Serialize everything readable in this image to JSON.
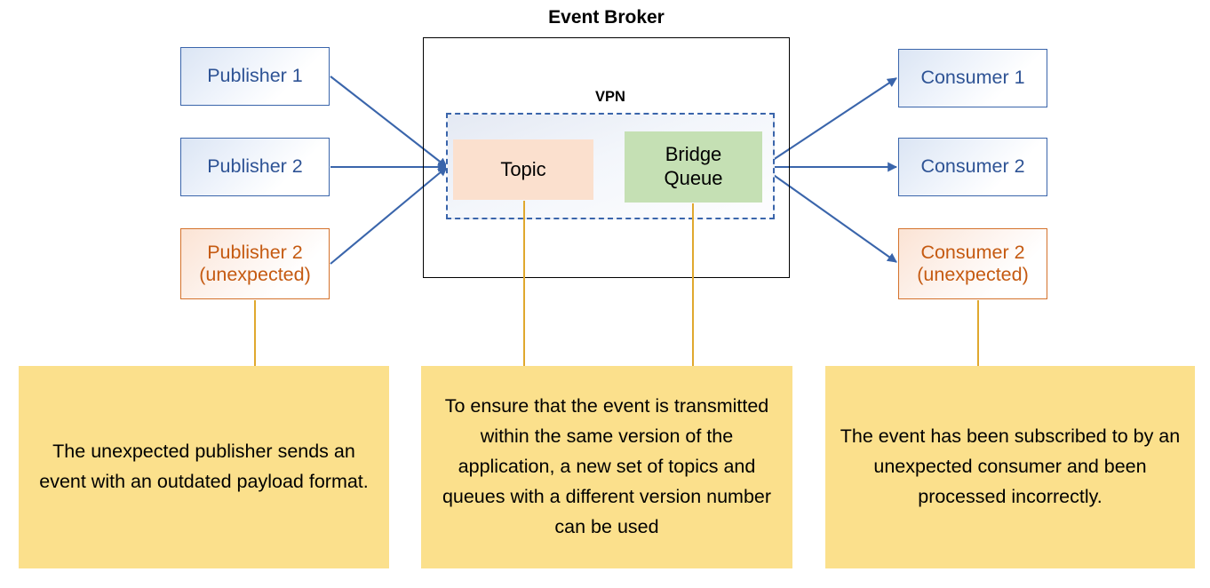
{
  "diagram": {
    "title": "Event Broker",
    "vpn_label": "VPN"
  },
  "publishers": [
    {
      "label": "Publisher 1",
      "style": "blue"
    },
    {
      "label": "Publisher 2",
      "style": "blue"
    },
    {
      "label": "Publisher 2\n(unexpected)",
      "style": "orange"
    }
  ],
  "consumers": [
    {
      "label": "Consumer 1",
      "style": "blue"
    },
    {
      "label": "Consumer 2",
      "style": "blue"
    },
    {
      "label": "Consumer 2\n(unexpected)",
      "style": "orange"
    }
  ],
  "nodes": {
    "topic": "Topic",
    "bridge_queue": "Bridge\nQueue"
  },
  "notes": [
    {
      "text": "The unexpected publisher sends an event with an outdated payload format."
    },
    {
      "text": "To ensure that the event is transmitted within the same version of the application, a new set of topics and queues with a different version number can be used"
    },
    {
      "text": "The event has been subscribed to by an unexpected consumer and been processed incorrectly."
    }
  ],
  "colors": {
    "accent_blue": "#3a65ab",
    "text_blue": "#2e5395",
    "accent_orange": "#d4722c",
    "text_orange": "#c55a11",
    "topic_fill": "#fbe0ce",
    "queue_fill": "#c5e0b4",
    "note_fill": "#fbe08c",
    "leader_line": "#e0a82e",
    "broker_border": "#000000"
  }
}
